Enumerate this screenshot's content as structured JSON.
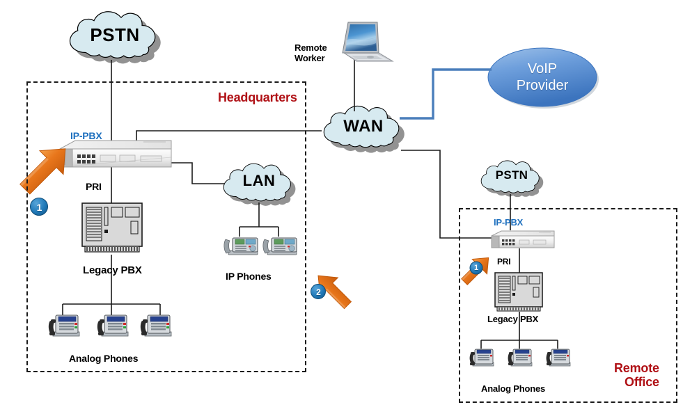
{
  "diagram": {
    "title": "VoIP / IP-PBX network topology with Headquarters and Remote Office",
    "colors": {
      "cloud_fill": "#d7eaf0",
      "cloud_outline": "#000000",
      "cloud_shadow": "#7f7f7f",
      "zone_label_red": "#B01116",
      "ippbx_label_blue": "#1D6FBE",
      "arrow_orange": "#E8761B",
      "badge_blue": "#1F77B4",
      "voip_ellipse_blue": "#4F89CE",
      "voip_link_blue": "#4A7EBB",
      "wire_black": "#1a1a1a",
      "device_gray": "#d9d9d9"
    }
  },
  "zones": [
    {
      "id": "headquarters",
      "label": "Headquarters"
    },
    {
      "id": "remote-office",
      "label": "Remote\nOffice"
    }
  ],
  "clouds": [
    {
      "id": "pstn-hq",
      "label": "PSTN",
      "font_size": 26
    },
    {
      "id": "wan",
      "label": "WAN",
      "font_size": 24
    },
    {
      "id": "lan",
      "label": "LAN",
      "font_size": 22
    },
    {
      "id": "pstn-ro",
      "label": "PSTN",
      "font_size": 17
    }
  ],
  "ellipses": [
    {
      "id": "voip-provider",
      "line1": "VoIP",
      "line2": "Provider"
    }
  ],
  "labels": {
    "remote_worker": "Remote\nWorker",
    "hq_ippbx": "IP-PBX",
    "hq_pri": "PRI",
    "hq_legacy_pbx": "Legacy PBX",
    "hq_analog_phones": "Analog Phones",
    "hq_ip_phones": "IP Phones",
    "ro_ippbx": "IP-PBX",
    "ro_pri": "PRI",
    "ro_legacy_pbx": "Legacy PBX",
    "ro_analog_phones": "Analog Phones"
  },
  "callouts": [
    {
      "id": "callout-1-hq",
      "number": "1",
      "direction": "up-right"
    },
    {
      "id": "callout-2-hq",
      "number": "2",
      "direction": "up-left"
    },
    {
      "id": "callout-1-ro",
      "number": "1",
      "direction": "up-right"
    }
  ],
  "devices": [
    {
      "id": "hq-ippbx",
      "kind": "ip-pbx-appliance"
    },
    {
      "id": "hq-legacy-pbx",
      "kind": "legacy-pbx-chassis"
    },
    {
      "id": "hq-analog-phone-1",
      "kind": "analog-desk-phone"
    },
    {
      "id": "hq-analog-phone-2",
      "kind": "analog-desk-phone"
    },
    {
      "id": "hq-analog-phone-3",
      "kind": "analog-desk-phone"
    },
    {
      "id": "hq-ip-phone-1",
      "kind": "ip-desk-phone"
    },
    {
      "id": "hq-ip-phone-2",
      "kind": "ip-desk-phone"
    },
    {
      "id": "remote-worker-laptop",
      "kind": "laptop"
    },
    {
      "id": "ro-ippbx",
      "kind": "ip-pbx-appliance"
    },
    {
      "id": "ro-legacy-pbx",
      "kind": "legacy-pbx-chassis"
    },
    {
      "id": "ro-analog-phone-1",
      "kind": "analog-desk-phone"
    },
    {
      "id": "ro-analog-phone-2",
      "kind": "analog-desk-phone"
    },
    {
      "id": "ro-analog-phone-3",
      "kind": "analog-desk-phone"
    }
  ],
  "links": [
    {
      "from": "pstn-hq",
      "to": "hq-ippbx",
      "style": "black"
    },
    {
      "from": "hq-ippbx",
      "to": "wan",
      "style": "black"
    },
    {
      "from": "hq-ippbx",
      "to": "lan",
      "style": "black"
    },
    {
      "from": "hq-ippbx",
      "to": "hq-legacy-pbx",
      "style": "black",
      "label": "PRI"
    },
    {
      "from": "hq-legacy-pbx",
      "to": "hq-analog-phones",
      "style": "black"
    },
    {
      "from": "lan",
      "to": "hq-ip-phones",
      "style": "black"
    },
    {
      "from": "remote-worker-laptop",
      "to": "wan",
      "style": "black"
    },
    {
      "from": "wan",
      "to": "voip-provider",
      "style": "blue"
    },
    {
      "from": "wan",
      "to": "ro-ippbx",
      "style": "black"
    },
    {
      "from": "pstn-ro",
      "to": "ro-ippbx",
      "style": "black"
    },
    {
      "from": "ro-ippbx",
      "to": "ro-legacy-pbx",
      "style": "black",
      "label": "PRI"
    },
    {
      "from": "ro-legacy-pbx",
      "to": "ro-analog-phones",
      "style": "black"
    }
  ]
}
